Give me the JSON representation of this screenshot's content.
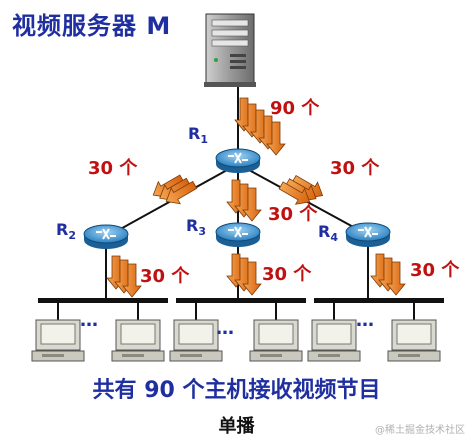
{
  "title": "视频服务器 M",
  "routers": {
    "r1": {
      "name": "R",
      "sub": "1"
    },
    "r2": {
      "name": "R",
      "sub": "2"
    },
    "r3": {
      "name": "R",
      "sub": "3"
    },
    "r4": {
      "name": "R",
      "sub": "4"
    }
  },
  "counts": {
    "server_to_r1": "90 个",
    "r1_to_r2": "30 个",
    "r1_to_r4": "30 个",
    "r1_to_r3": "30 个",
    "r2_to_lan": "30 个",
    "r3_to_lan": "30 个",
    "r4_to_lan": "30 个"
  },
  "ellipsis": "…",
  "caption": "共有 90 个主机接收视频节目",
  "footer": "单播",
  "watermark": "@稀土掘金技术社区",
  "colors": {
    "title_blue": "#1f2fa0",
    "count_red": "#c01010",
    "arrow_orange": "#e8781e",
    "router_blue": "#2a7fc0"
  }
}
